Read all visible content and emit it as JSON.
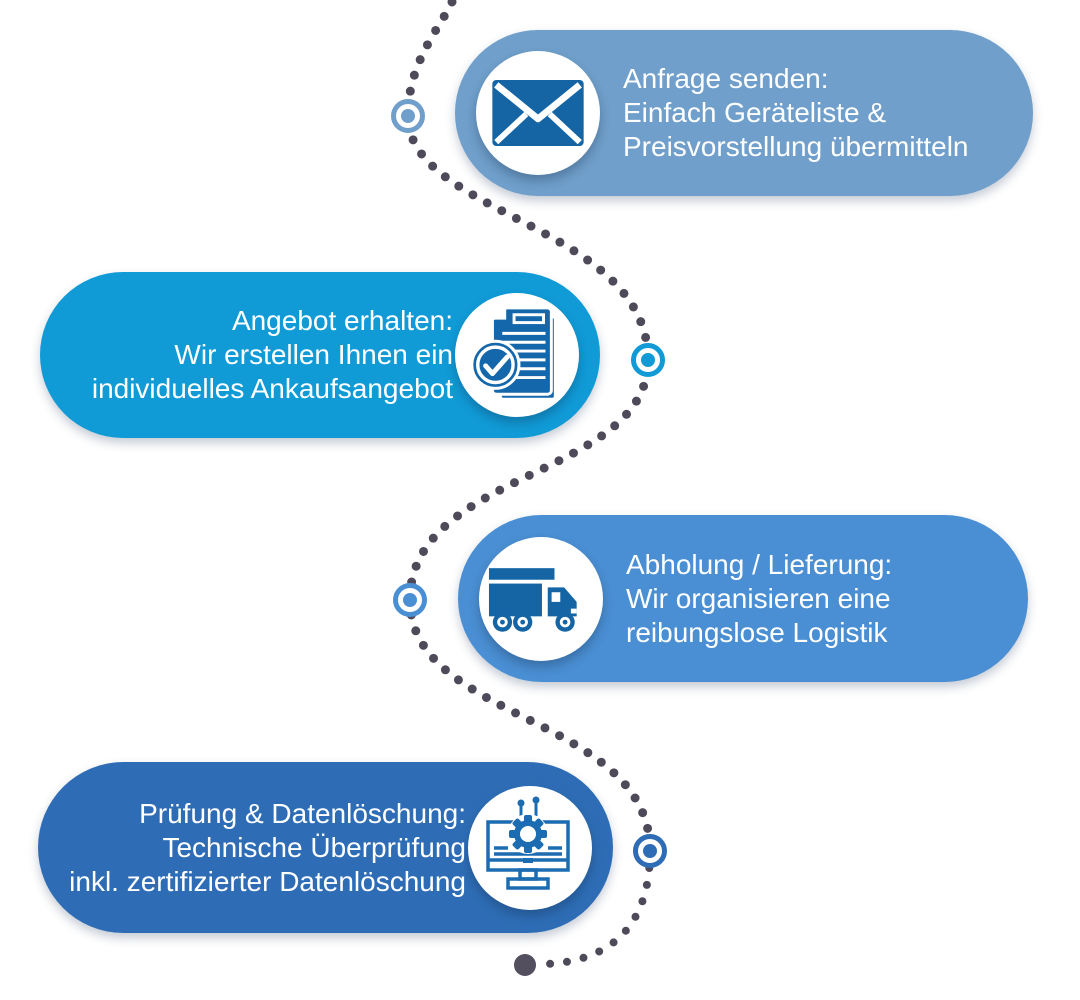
{
  "diagram": {
    "background": "#ffffff",
    "path": {
      "dot_color": "#4e4a5a",
      "end_dot_color": "#534f5e"
    },
    "steps": [
      {
        "icon": "envelope-icon",
        "lines": [
          "Anfrage senden:",
          "Einfach Geräteliste &",
          "Preisvorstellung übermitteln"
        ],
        "colors": {
          "pill": "#6f9fca",
          "icon": "#1565a5"
        }
      },
      {
        "icon": "document-check-icon",
        "lines": [
          "Angebot erhalten:",
          "Wir erstellen Ihnen ein",
          "individuelles Ankaufsangebot"
        ],
        "colors": {
          "pill": "#109bd7",
          "icon": "#1467ab"
        }
      },
      {
        "icon": "truck-icon",
        "lines": [
          "Abholung / Lieferung:",
          "Wir organisieren eine",
          "reibungslose Logistik"
        ],
        "colors": {
          "pill": "#4a8fd3",
          "icon": "#1565a5"
        }
      },
      {
        "icon": "monitor-gear-icon",
        "lines": [
          "Prüfung & Datenlöschung:",
          "Technische Überprüfung",
          "inkl. zertifizierter Datenlöschung"
        ],
        "colors": {
          "pill": "#2e6db5",
          "icon": "#1b6cb0"
        }
      }
    ]
  }
}
